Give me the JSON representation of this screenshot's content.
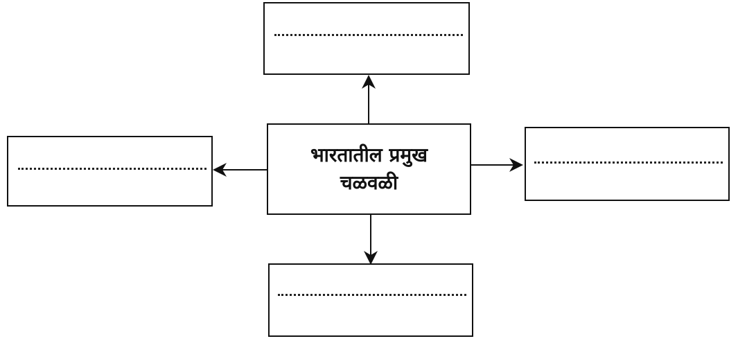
{
  "diagram": {
    "center": {
      "line1": "भारतातील प्रमुख",
      "line2": "चळवळी"
    },
    "branches": [
      {
        "position": "top",
        "value": ""
      },
      {
        "position": "left",
        "value": ""
      },
      {
        "position": "right",
        "value": ""
      },
      {
        "position": "bottom",
        "value": ""
      }
    ]
  }
}
